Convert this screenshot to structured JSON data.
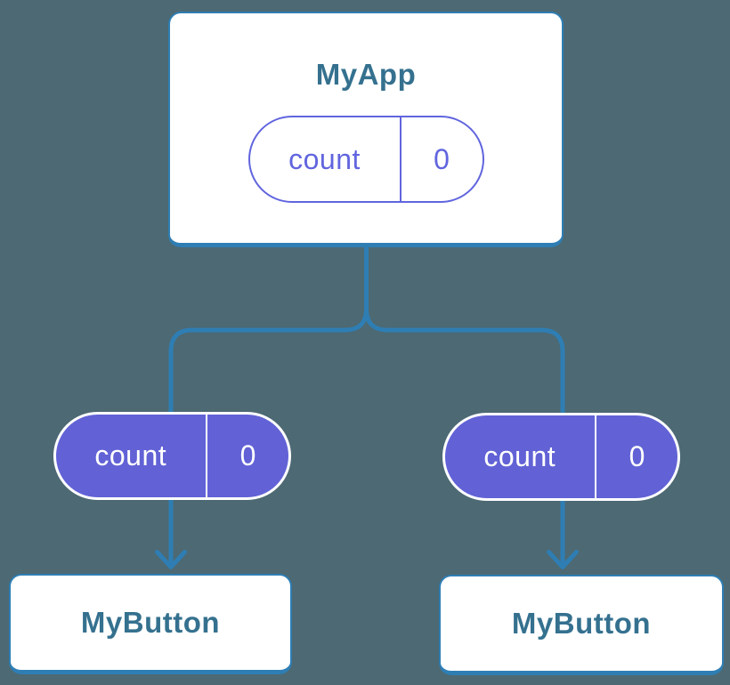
{
  "colors": {
    "background": "#4D6973",
    "connector_blue": "#2E7EB4",
    "card_background": "#FFFFFF",
    "card_border": "#2E7EB4",
    "card_title_text": "#35718F",
    "state_pill_outline_purple": "#6165DE",
    "state_pill_fill_purple": "#6262D6",
    "state_pill_filled_text": "#FFFFFF"
  },
  "nodes": {
    "root": {
      "label": "MyApp",
      "state": {
        "name": "count",
        "value": "0"
      }
    },
    "children": [
      {
        "label": "MyButton",
        "state": {
          "name": "count",
          "value": "0"
        }
      },
      {
        "label": "MyButton",
        "state": {
          "name": "count",
          "value": "0"
        }
      }
    ]
  }
}
